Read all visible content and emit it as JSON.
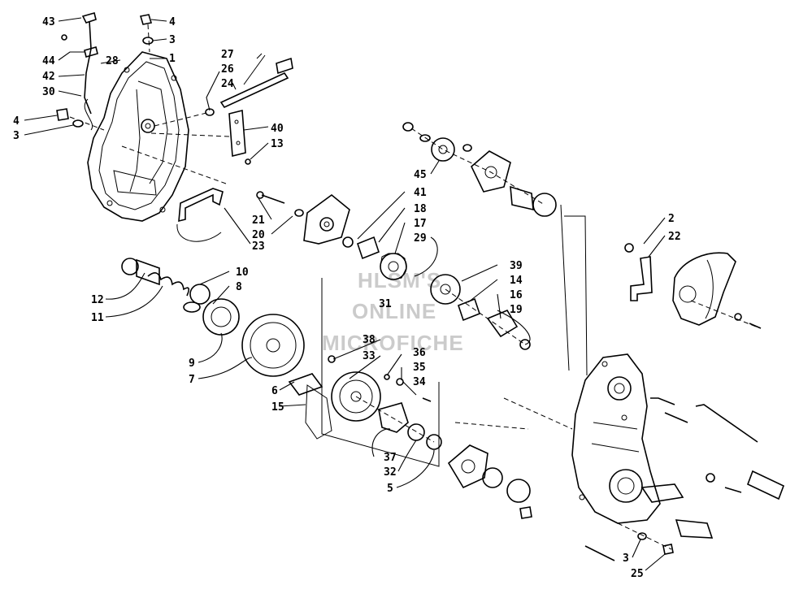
{
  "watermark": {
    "line1": "HLSM'S",
    "line2": "ONLINE",
    "line3": "MICROFICHE",
    "color": "#b9b9b9"
  },
  "callouts": {
    "c43": "43",
    "c4a": "4",
    "c3a": "3",
    "c1": "1",
    "c44": "44",
    "c28": "28",
    "c42": "42",
    "c30": "30",
    "c4b": "4",
    "c3b": "3",
    "c27": "27",
    "c26": "26",
    "c24": "24",
    "c40": "40",
    "c13": "13",
    "c45": "45",
    "c41": "41",
    "c18": "18",
    "c17": "17",
    "c29": "29",
    "c21": "21",
    "c20": "20",
    "c23": "23",
    "c2": "2",
    "c22": "22",
    "c10": "10",
    "c8": "8",
    "c12": "12",
    "c11": "11",
    "c39": "39",
    "c14": "14",
    "c16": "16",
    "c19": "19",
    "c31": "31",
    "c9": "9",
    "c7": "7",
    "c38": "38",
    "c33": "33",
    "c36": "36",
    "c35": "35",
    "c34": "34",
    "c6": "6",
    "c15": "15",
    "c37": "37",
    "c32": "32",
    "c5": "5",
    "c3c": "3",
    "c25": "25"
  }
}
